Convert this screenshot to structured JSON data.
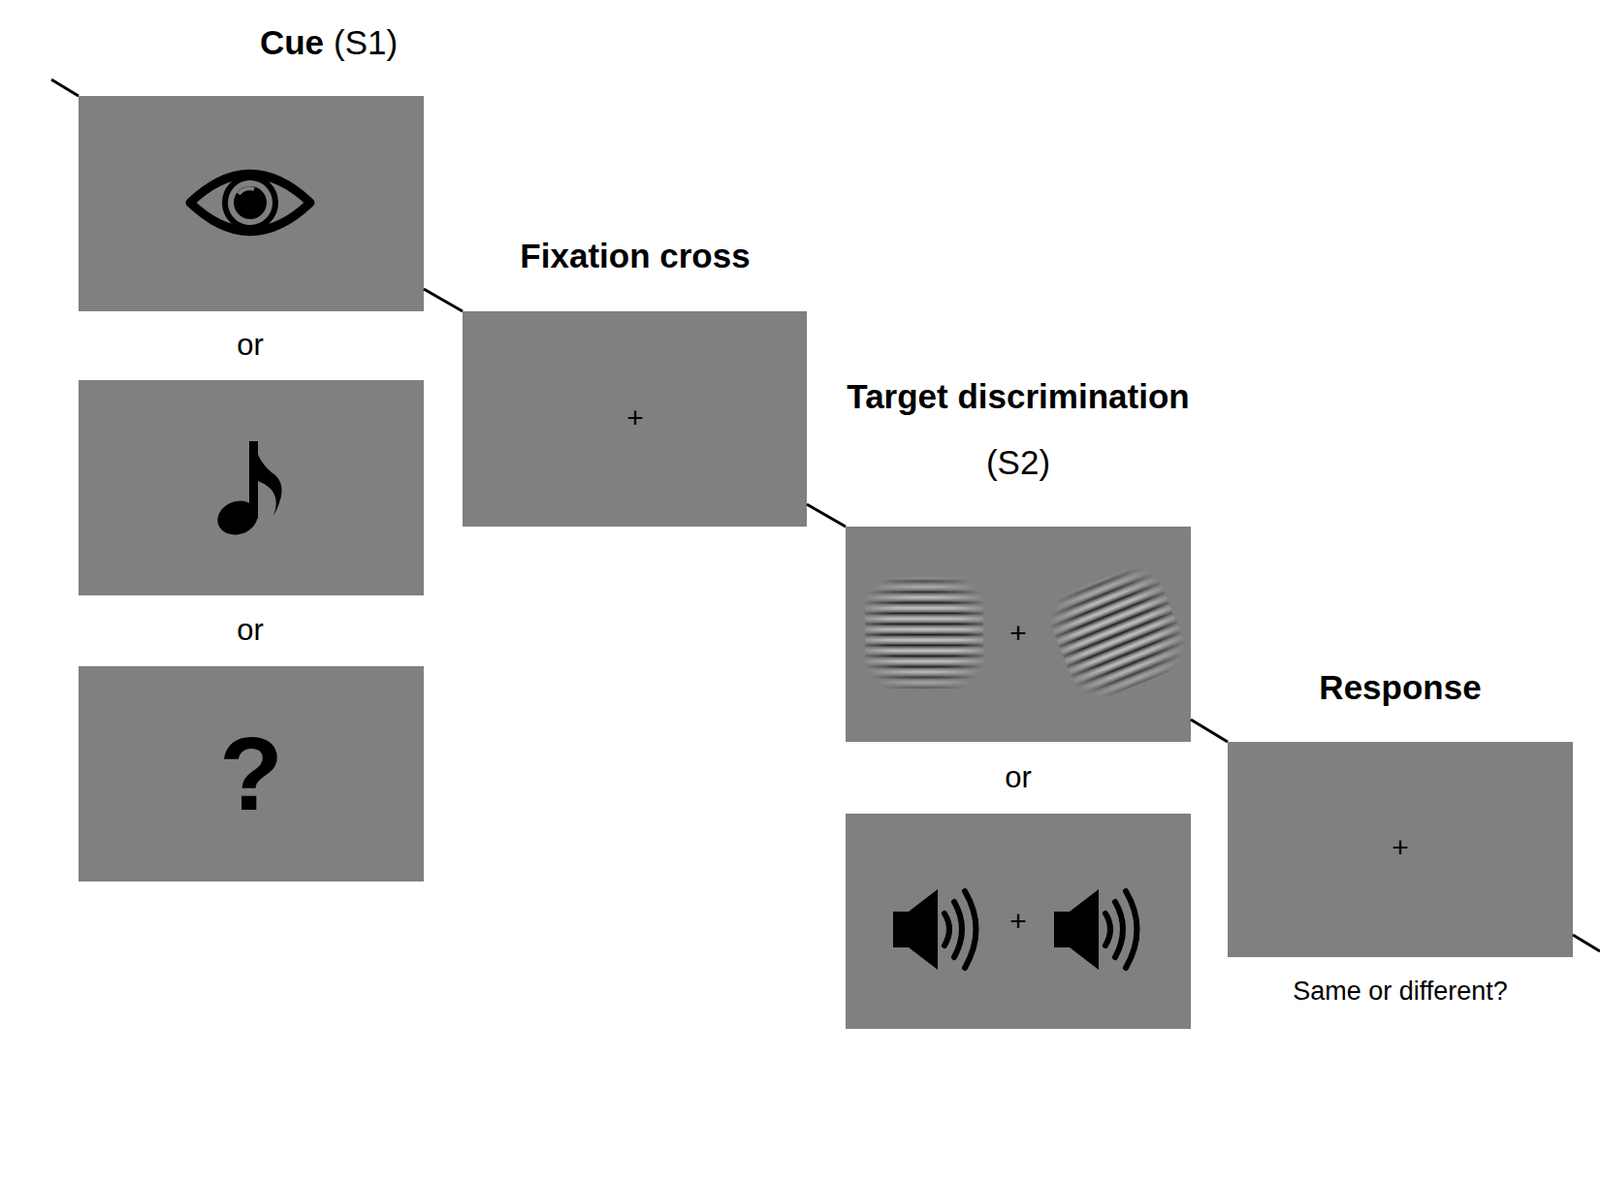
{
  "diagram": {
    "nodes": [
      {
        "text": [
          "Cue",
          "(S1)"
        ]
      },
      {
        "text": [
          "?"
        ]
      },
      {
        "text": [
          "Fixation cross",
          "+"
        ]
      },
      {
        "text": [
          "Target discrimination",
          "(S2)",
          "+"
        ]
      },
      {
        "text": [
          "+"
        ]
      },
      {
        "text": [
          "Response",
          "+",
          "Same or different?"
        ]
      }
    ],
    "edges": [
      {
        "from": 0,
        "to": 2,
        "arrow": "none"
      },
      {
        "from": 2,
        "to": 3,
        "arrow": "none"
      },
      {
        "from": 3,
        "to": 5,
        "arrow": "none"
      }
    ],
    "labels": [
      "or",
      "or",
      "or"
    ]
  }
}
